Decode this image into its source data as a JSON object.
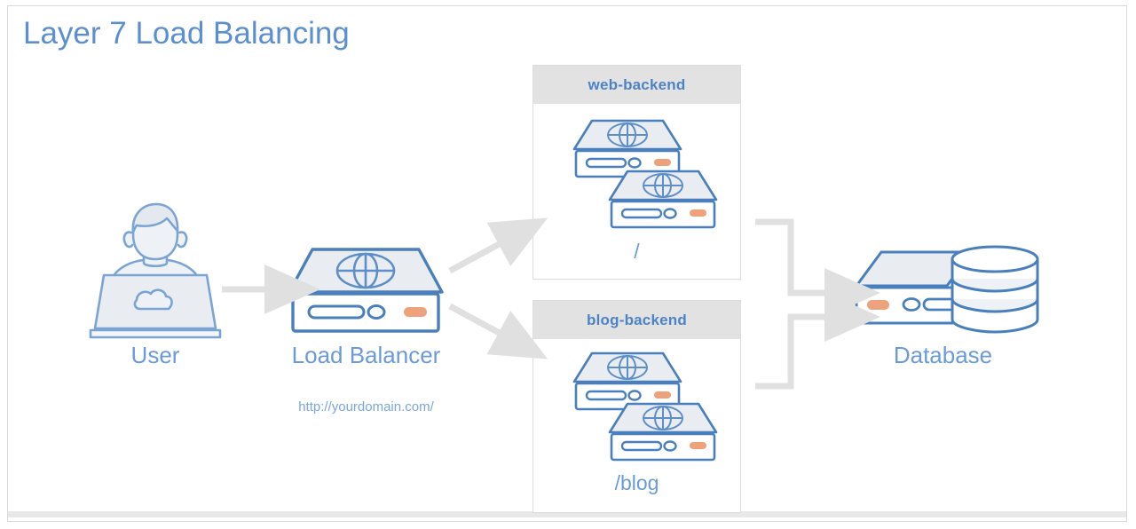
{
  "page": {
    "title": "Layer 7 Load Balancing",
    "accent_blue": "#5b8fd0",
    "label_blue": "#6a9bd8",
    "header_gray": "#e2e2e2",
    "arrow_gray": "#e0e0e0",
    "orange": "#eda27c",
    "icon_stroke": "#4a7fbd",
    "icon_fill": "#e9edf2",
    "card_border": "#d9d9d9"
  },
  "nodes": {
    "user": {
      "label": "User",
      "icon": "user-laptop-icon",
      "laptop_badge_icon": "cloud-icon"
    },
    "load_balancer": {
      "label": "Load Balancer",
      "url": "http://yourdomain.com/",
      "icon": "server-globe-icon"
    },
    "database": {
      "label": "Database",
      "icon": "database-server-icon"
    }
  },
  "backends": [
    {
      "name": "web-backend",
      "path": "/",
      "server_count": 2,
      "server_icon": "server-globe-icon"
    },
    {
      "name": "blog-backend",
      "path": "/blog",
      "server_count": 2,
      "server_icon": "server-globe-icon"
    }
  ],
  "connections": [
    {
      "name": "user-to-load-balancer",
      "from": "user",
      "to": "load_balancer",
      "style": "straight-arrow"
    },
    {
      "name": "load-balancer-to-web-backend",
      "from": "load_balancer",
      "to": "web-backend",
      "style": "diagonal-arrow-up"
    },
    {
      "name": "load-balancer-to-blog-backend",
      "from": "load_balancer",
      "to": "blog-backend",
      "style": "diagonal-arrow-down"
    },
    {
      "name": "web-backend-to-database",
      "from": "web-backend",
      "to": "database",
      "style": "elbow-arrow"
    },
    {
      "name": "blog-backend-to-database",
      "from": "blog-backend",
      "to": "database",
      "style": "elbow-arrow"
    }
  ]
}
